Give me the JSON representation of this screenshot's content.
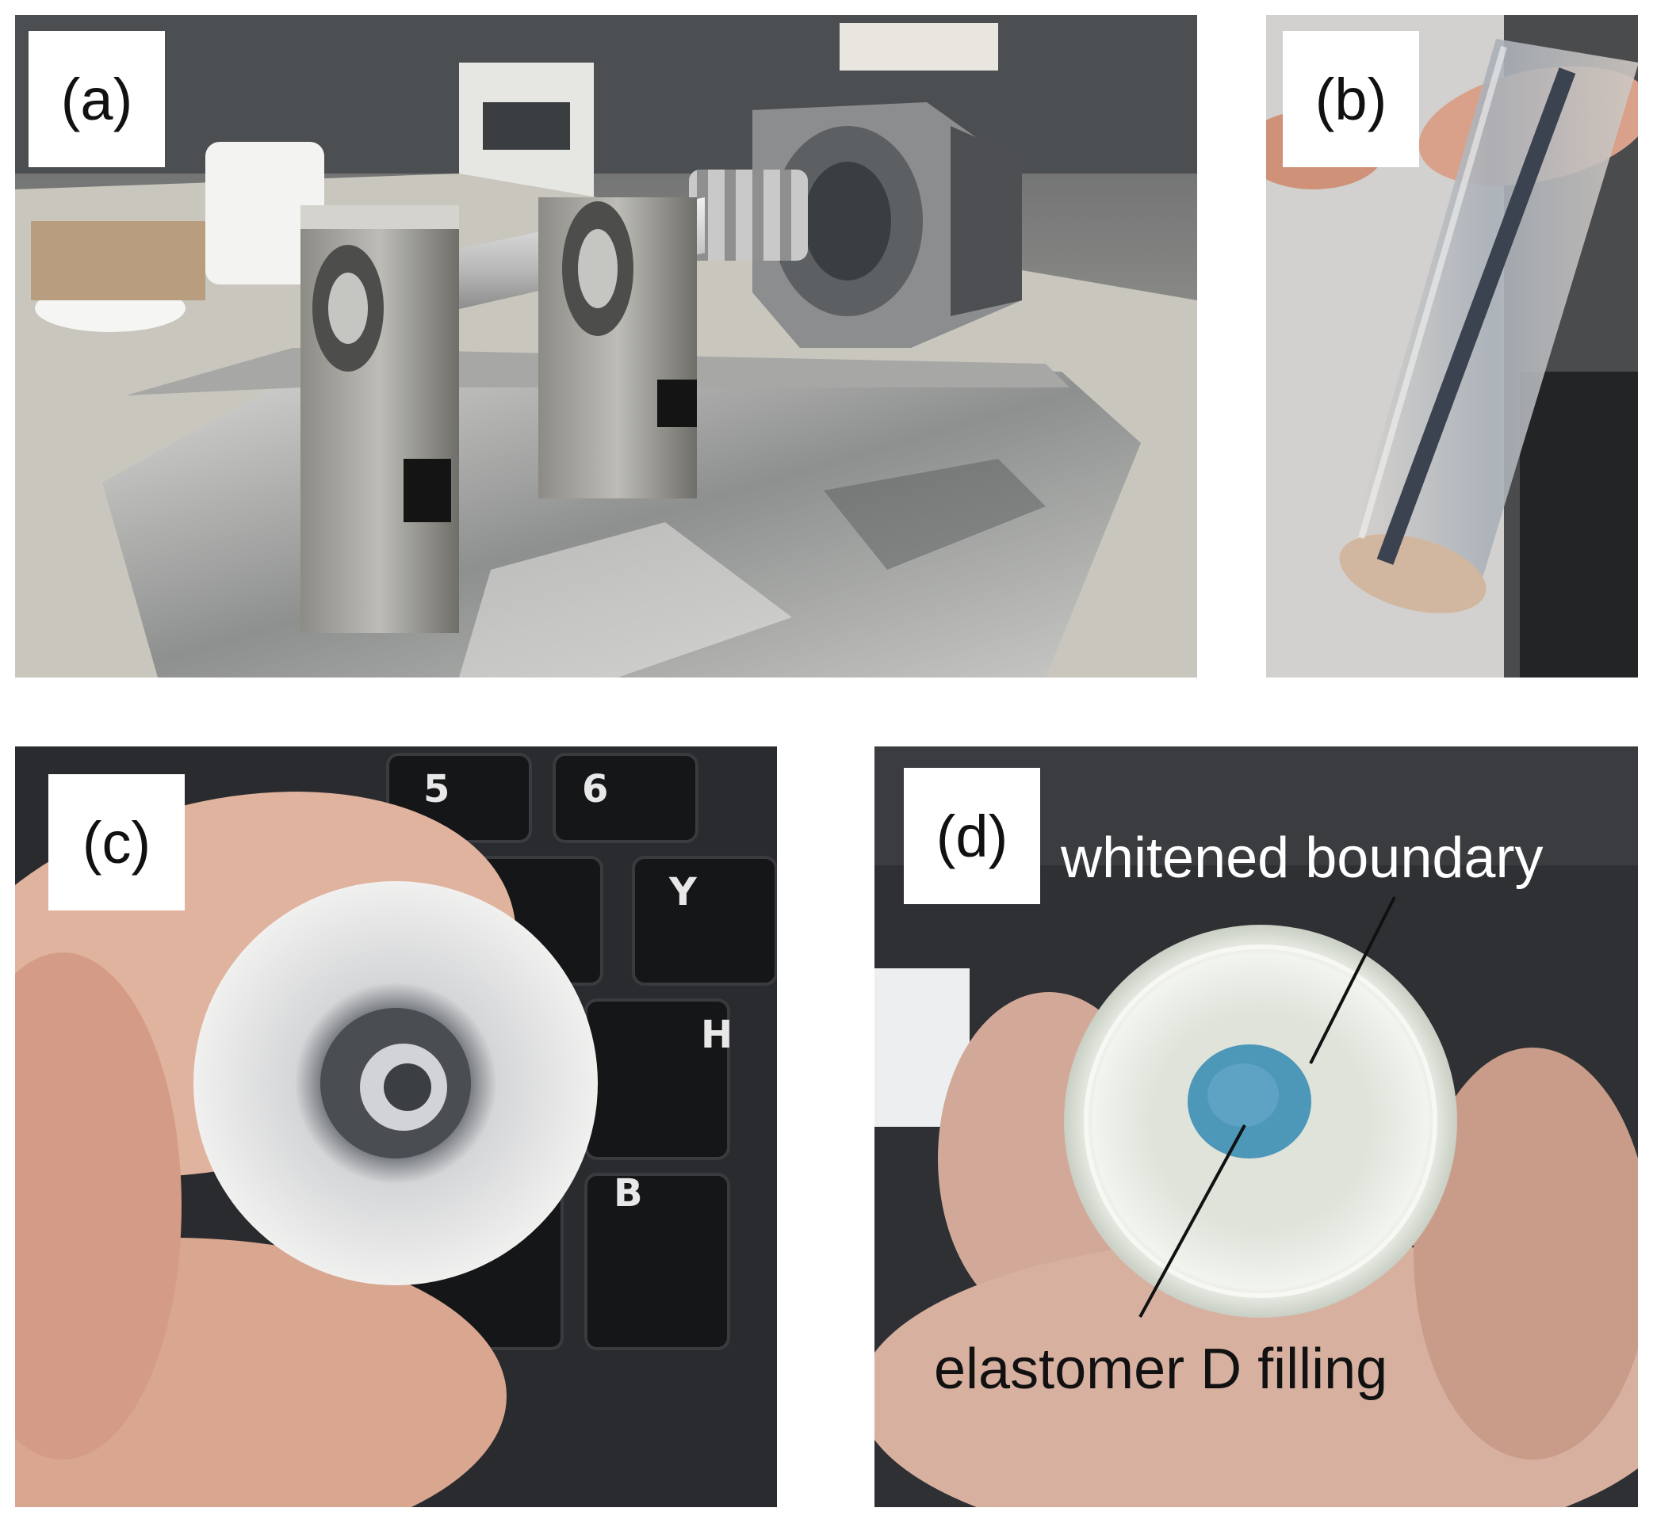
{
  "panels": [
    {
      "label": "(a)"
    },
    {
      "label": "(b)"
    },
    {
      "label": "(c)"
    },
    {
      "label": "(d)"
    }
  ],
  "annotations": {
    "whitened_boundary": "whitened boundary",
    "elastomer_filling": "elastomer D filling"
  },
  "colors": {
    "annotation_light": "#ffffff",
    "annotation_dark": "#111111",
    "filling_blue": "#4d97b9"
  }
}
